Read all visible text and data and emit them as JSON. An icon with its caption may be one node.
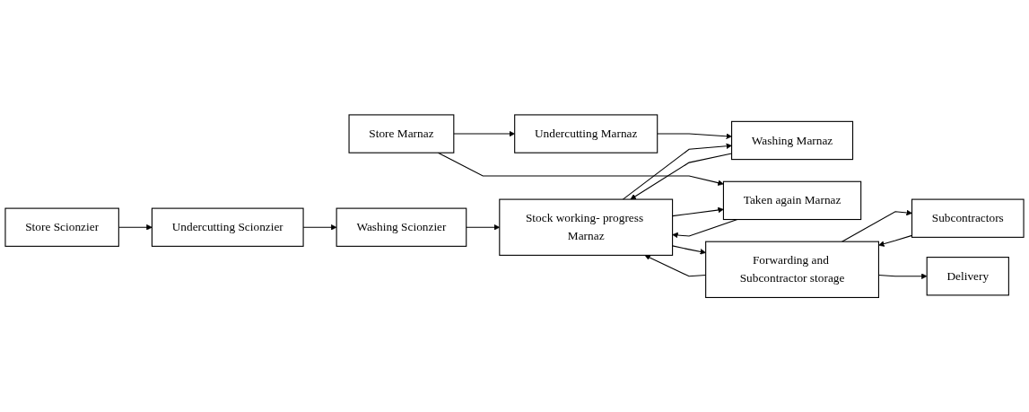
{
  "diagram": {
    "nodes": [
      {
        "text": [
          "Store Scionzier"
        ]
      },
      {
        "text": [
          "Undercutting Scionzier"
        ]
      },
      {
        "text": [
          "Washing Scionzier"
        ]
      },
      {
        "text": [
          "Store Marnaz"
        ]
      },
      {
        "text": [
          "Undercutting Marnaz"
        ]
      },
      {
        "text": [
          "Washing Marnaz"
        ]
      },
      {
        "text": [
          "Stock working- progress Marnaz"
        ]
      },
      {
        "text": [
          "Taken again Marnaz"
        ]
      },
      {
        "text": [
          "Forwarding and Subcontractor storage"
        ]
      },
      {
        "text": [
          "Subcontractors"
        ]
      },
      {
        "text": [
          "Delivery"
        ]
      }
    ],
    "edges": [
      {
        "from": 0,
        "to": 1,
        "arrow": "to"
      },
      {
        "from": 1,
        "to": 2,
        "arrow": "to"
      },
      {
        "from": 2,
        "to": 6,
        "arrow": "to"
      },
      {
        "from": 3,
        "to": 4,
        "arrow": "to"
      },
      {
        "from": 4,
        "to": 5,
        "arrow": "to"
      },
      {
        "from": 5,
        "to": 6,
        "arrow": "to"
      },
      {
        "from": 6,
        "to": 5,
        "arrow": "to"
      },
      {
        "from": 3,
        "to": 7,
        "arrow": "to"
      },
      {
        "from": 7,
        "to": 6,
        "arrow": "to"
      },
      {
        "from": 6,
        "to": 7,
        "arrow": "to"
      },
      {
        "from": 8,
        "to": 6,
        "arrow": "to"
      },
      {
        "from": 6,
        "to": 8,
        "arrow": "to"
      },
      {
        "from": 9,
        "to": 8,
        "arrow": "to"
      },
      {
        "from": 8,
        "to": 9,
        "arrow": "to"
      },
      {
        "from": 8,
        "to": 10,
        "arrow": "to"
      }
    ]
  }
}
